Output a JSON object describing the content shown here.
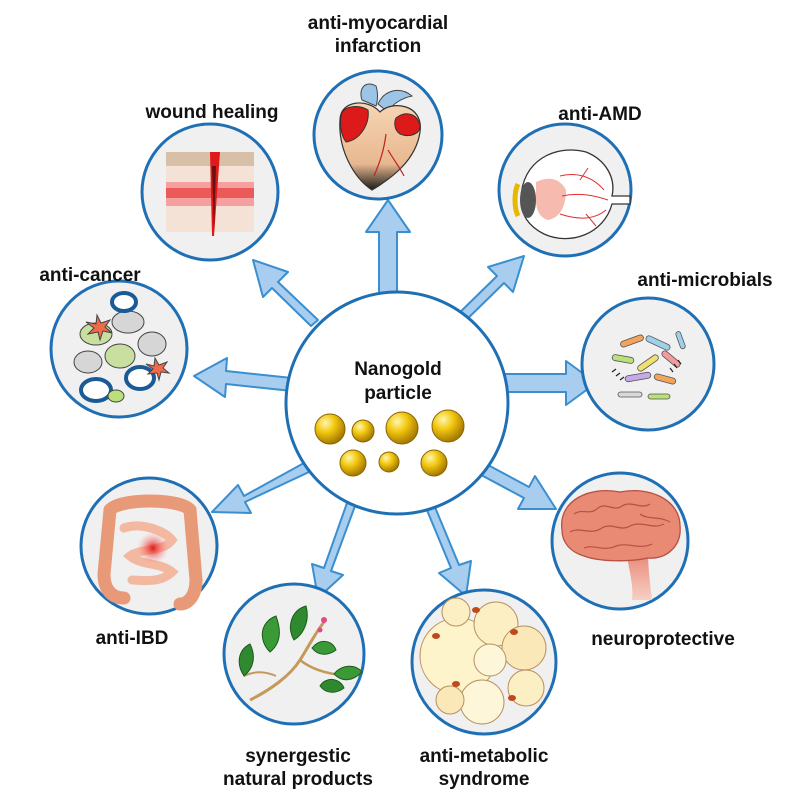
{
  "center": {
    "line1": "Nanogold",
    "line2": "particle"
  },
  "applications": {
    "anti_myocardial": {
      "line1": "anti-myocardial",
      "line2": "infarction",
      "icon": "heart-icon"
    },
    "anti_amd": {
      "label": "anti-AMD",
      "icon": "eye-icon"
    },
    "anti_microbials": {
      "label": "anti-microbials",
      "icon": "bacteria-icon"
    },
    "neuroprotective": {
      "label": "neuroprotective",
      "icon": "brain-icon"
    },
    "anti_metabolic": {
      "line1": "anti-metabolic",
      "line2": "syndrome",
      "icon": "fat-cells-icon"
    },
    "synergestic": {
      "line1": "synergestic",
      "line2": "natural products",
      "icon": "plant-icon"
    },
    "anti_ibd": {
      "label": "anti-IBD",
      "icon": "intestine-icon"
    },
    "anti_cancer": {
      "label": "anti-cancer",
      "icon": "cancer-cells-icon"
    },
    "wound_healing": {
      "label": "wound healing",
      "icon": "wound-icon"
    }
  },
  "colors": {
    "arrow_fill": "#a8cdee",
    "arrow_stroke": "#3a8fd0",
    "circle_stroke": "#1f6fb5",
    "circle_fill": "#f0f0f0",
    "gold": "#e6b800"
  }
}
